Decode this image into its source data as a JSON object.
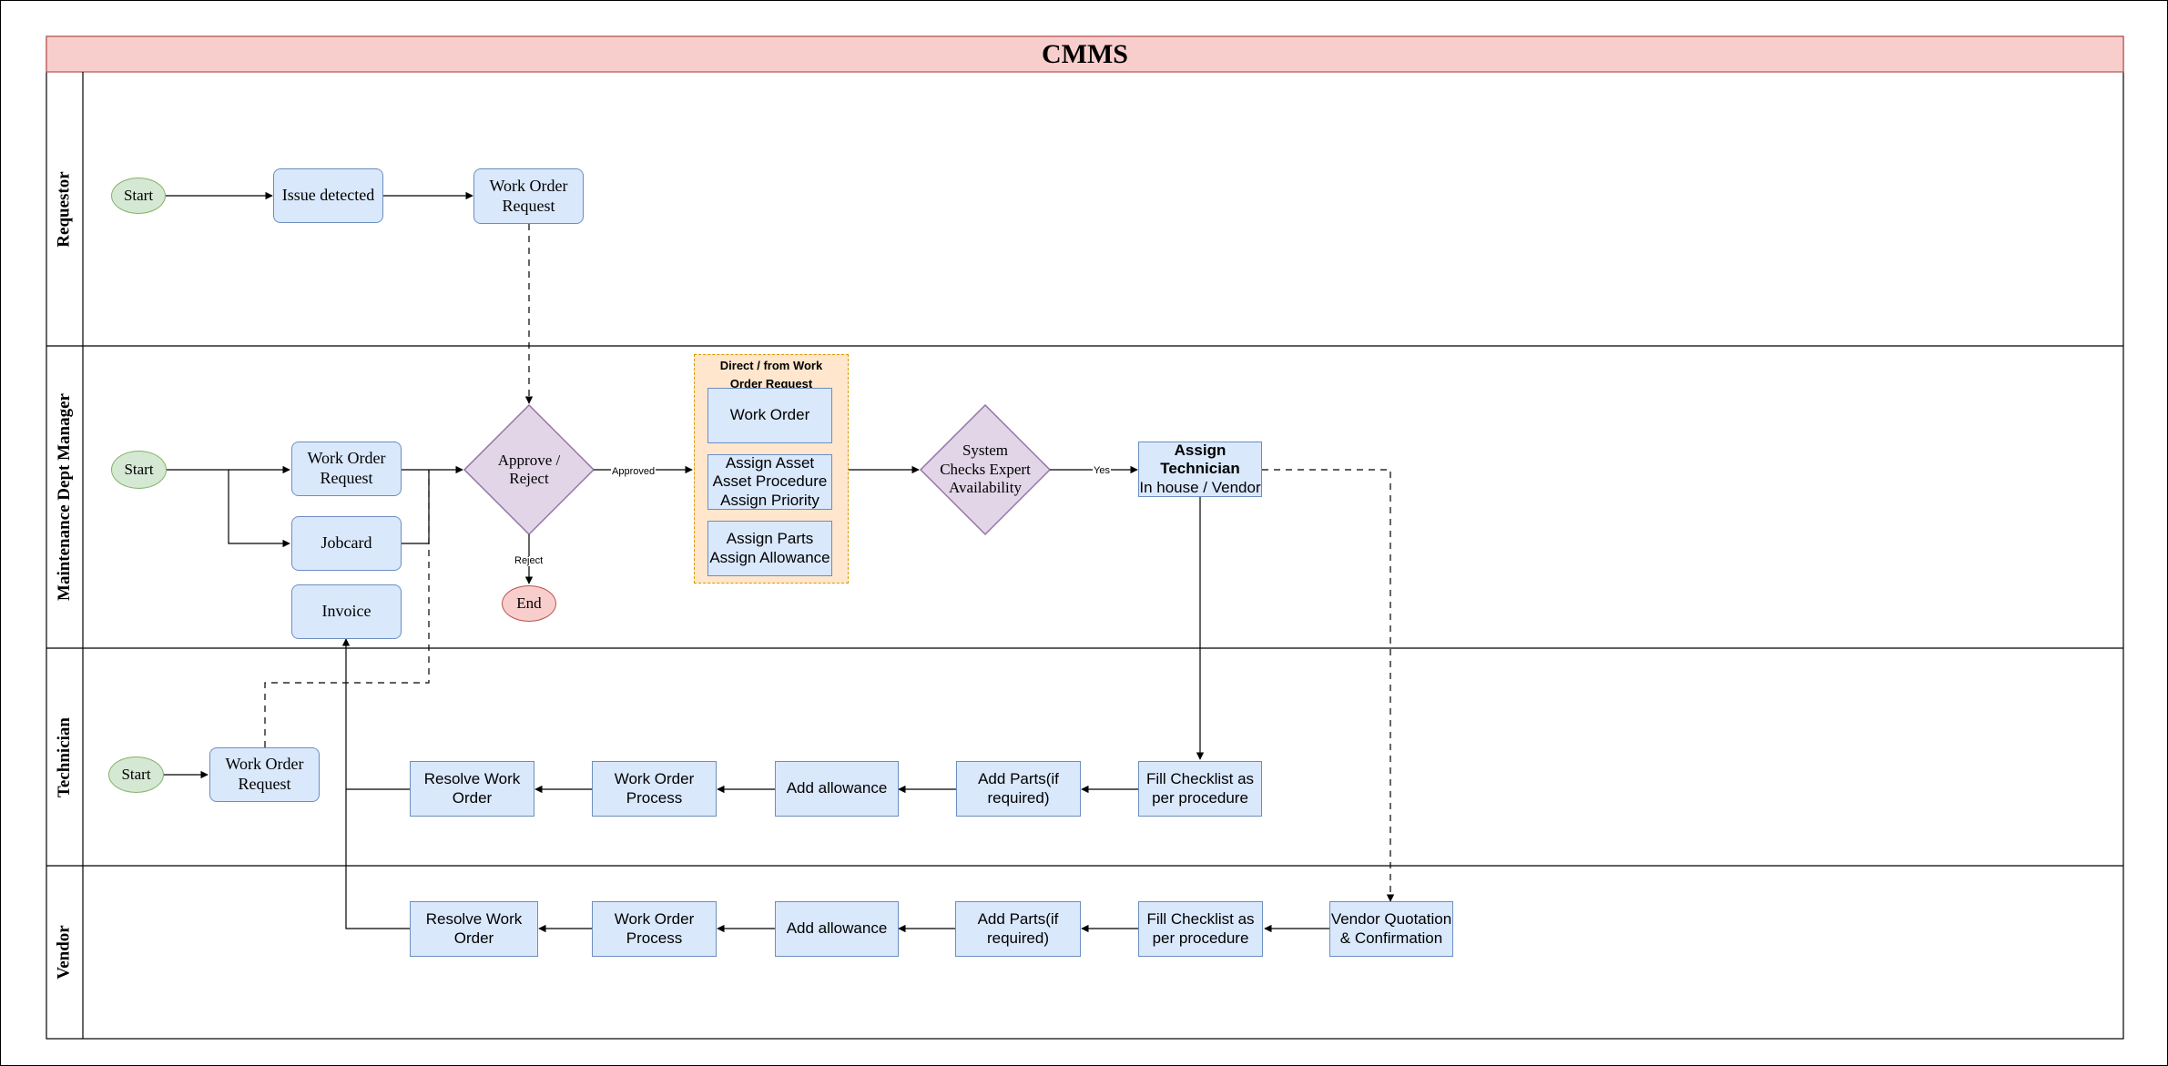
{
  "title": "CMMS",
  "lanes": {
    "requestor": "Requestor",
    "manager": "Maintenance Dept Manager",
    "technician": "Technician",
    "vendor": "Vendor"
  },
  "requestor": {
    "start": "Start",
    "issue_detected": "Issue detected",
    "work_order_request": [
      "Work Order",
      "Request"
    ]
  },
  "manager": {
    "start": "Start",
    "work_order_request": [
      "Work Order",
      "Request"
    ],
    "jobcard": "Jobcard",
    "invoice": "Invoice",
    "decision": [
      "Approve /",
      "Reject"
    ],
    "approved_label": "Approved",
    "reject_label": "Reject",
    "end": "End",
    "group_title": [
      "Direct / from Work",
      "Order Request"
    ],
    "group_items": {
      "work_order": "Work Order",
      "assign_asset": [
        "Assign Asset",
        "Asset Procedure",
        "Assign Priority"
      ],
      "assign_parts": [
        "Assign Parts",
        "Assign Allowance"
      ]
    },
    "system_check": [
      "System",
      "Checks Expert",
      "Availability"
    ],
    "yes_label": "Yes",
    "assign_technician": {
      "title": [
        "Assign",
        "Technician"
      ],
      "subtitle": "In house / Vendor"
    }
  },
  "technician": {
    "start": "Start",
    "work_order_request": [
      "Work Order",
      "Request"
    ],
    "resolve": [
      "Resolve Work",
      "Order"
    ],
    "process": [
      "Work Order",
      "Process"
    ],
    "allowance": "Add allowance",
    "parts": [
      "Add Parts(if",
      "required)"
    ],
    "checklist": [
      "Fill Checklist as",
      "per procedure"
    ]
  },
  "vendor": {
    "resolve": [
      "Resolve Work",
      "Order"
    ],
    "process": [
      "Work Order",
      "Process"
    ],
    "allowance": "Add allowance",
    "parts": [
      "Add Parts(if",
      "required)"
    ],
    "checklist": [
      "Fill Checklist as",
      "per procedure"
    ],
    "quotation": [
      "Vendor Quotation",
      "& Confirmation"
    ]
  },
  "colors": {
    "title_fill": "#f8cecc",
    "title_stroke": "#b85450",
    "process_fill": "#dae8fc",
    "process_stroke": "#6c8ebf",
    "start_fill": "#d5e8d4",
    "start_stroke": "#82b366",
    "end_fill": "#f8cecc",
    "end_stroke": "#b85450",
    "decision_fill": "#e1d5e7",
    "decision_stroke": "#9673a6",
    "group_fill": "#ffe6cc",
    "group_stroke": "#d79b00"
  }
}
